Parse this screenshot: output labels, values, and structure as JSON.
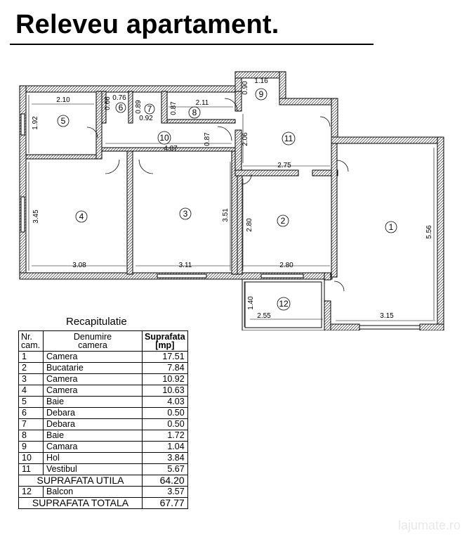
{
  "title": "Releveu apartament.",
  "rooms": [
    {
      "id": "1",
      "label": "1"
    },
    {
      "id": "2",
      "label": "2"
    },
    {
      "id": "3",
      "label": "3"
    },
    {
      "id": "4",
      "label": "4"
    },
    {
      "id": "5",
      "label": "5"
    },
    {
      "id": "6",
      "label": "6"
    },
    {
      "id": "7",
      "label": "7"
    },
    {
      "id": "8",
      "label": "8"
    },
    {
      "id": "9",
      "label": "9"
    },
    {
      "id": "10",
      "label": "10"
    },
    {
      "id": "11",
      "label": "11"
    },
    {
      "id": "12",
      "label": "12"
    }
  ],
  "dimensions": {
    "d_2_10": "2.10",
    "d_1_92": "1.92",
    "d_0_76": "0.76",
    "d_0_66": "0.66",
    "d_0_69": "0.89",
    "d_0_92": "0.92",
    "d_0_87a": "0.87",
    "d_2_11": "2.11",
    "d_0_90": "0.90",
    "d_1_16": "1.16",
    "d_2_06": "2.06",
    "d_4_07": "4.07",
    "d_0_87b": "0.87",
    "d_2_75": "2.75",
    "d_3_45": "3.45",
    "d_3_51": "3.51",
    "d_2_80v": "2.80",
    "d_5_56": "5.56",
    "d_3_08": "3.08",
    "d_3_11": "3.11",
    "d_2_80h": "2.80",
    "d_1_40": "1.40",
    "d_2_55": "2.55",
    "d_3_15": "3.15"
  },
  "recap": {
    "heading": "Recapitulatie",
    "headers": {
      "nr": "Nr.\ncam.",
      "name": "Denumire\ncamera",
      "area": "Suprafata\n[mp]"
    },
    "rows": [
      {
        "nr": "1",
        "name": "Camera",
        "area": "17.51"
      },
      {
        "nr": "2",
        "name": "Bucatarie",
        "area": "7.84"
      },
      {
        "nr": "3",
        "name": "Camera",
        "area": "10.92"
      },
      {
        "nr": "4",
        "name": "Camera",
        "area": "10.63"
      },
      {
        "nr": "5",
        "name": "Baie",
        "area": "4.03"
      },
      {
        "nr": "6",
        "name": "Debara",
        "area": "0.50"
      },
      {
        "nr": "7",
        "name": "Debara",
        "area": "0.50"
      },
      {
        "nr": "8",
        "name": "Baie",
        "area": "1.72"
      },
      {
        "nr": "9",
        "name": "Camara",
        "area": "1.04"
      },
      {
        "nr": "10",
        "name": "Hol",
        "area": "3.84"
      },
      {
        "nr": "11",
        "name": "Vestibul",
        "area": "5.67"
      }
    ],
    "util_label": "SUPRAFATA UTILA",
    "util_value": "64.20",
    "balcony": {
      "nr": "12",
      "name": "Balcon",
      "area": "3.57"
    },
    "total_label": "SUPRAFATA TOTALA",
    "total_value": "67.77"
  },
  "watermark": "lajumate.ro"
}
